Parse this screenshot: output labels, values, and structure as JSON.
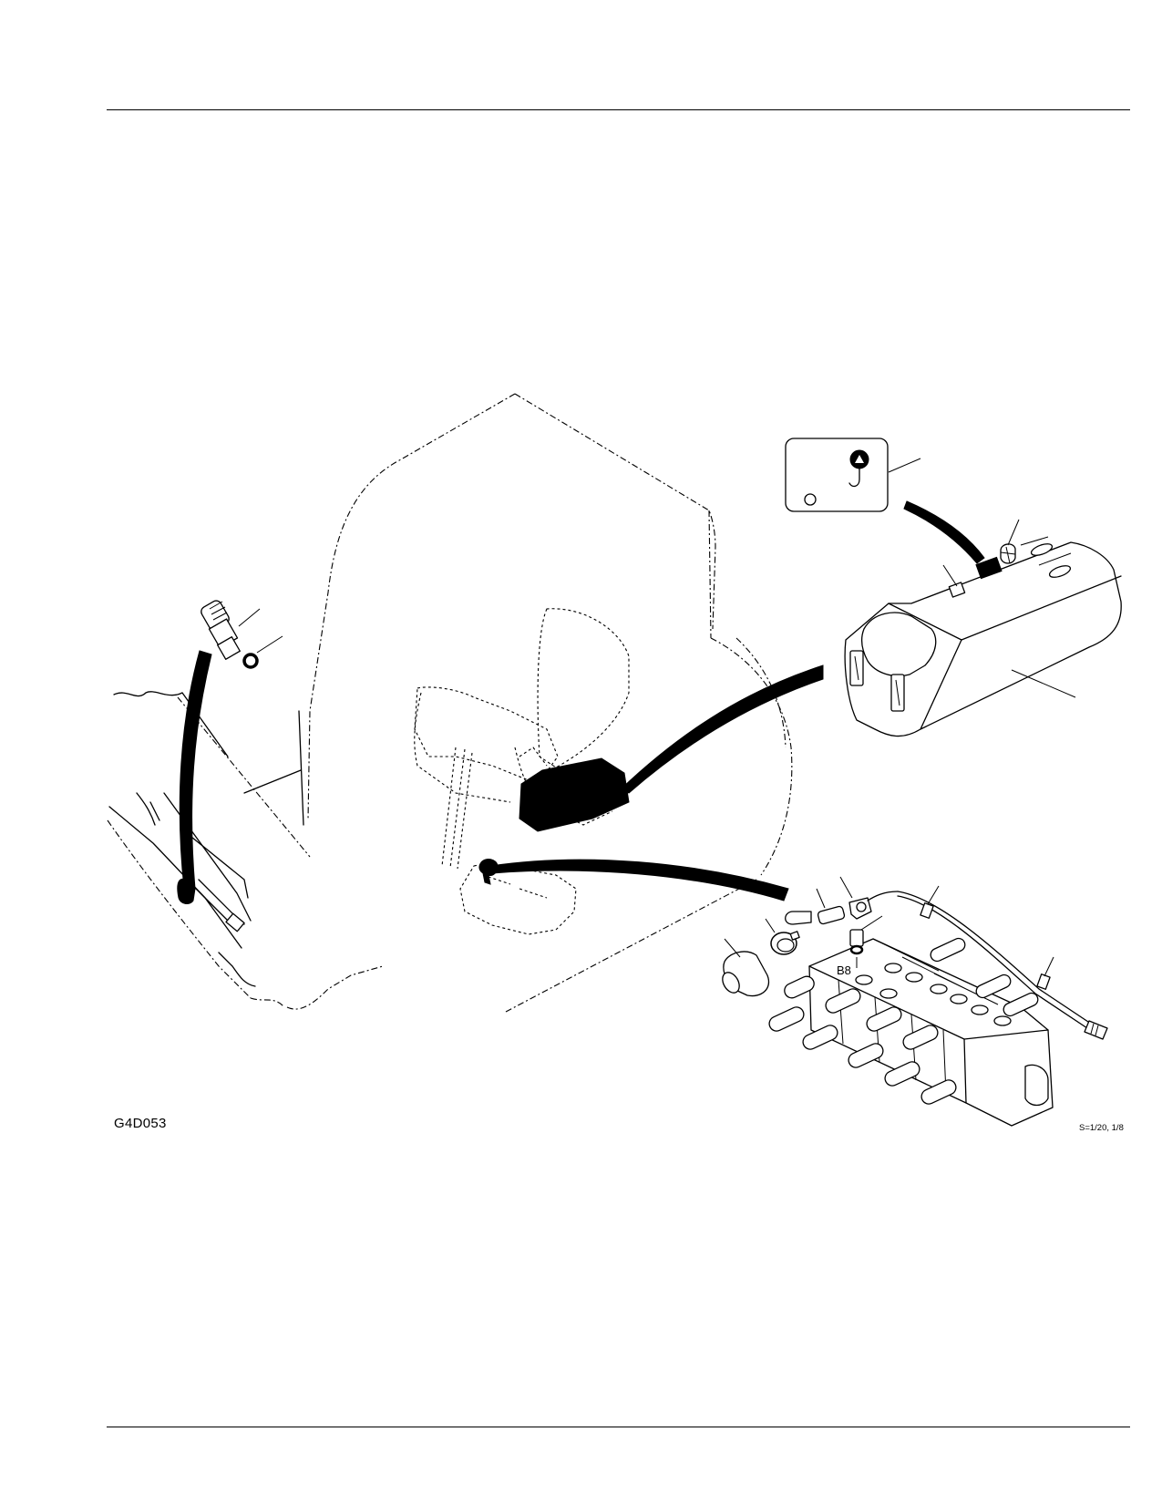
{
  "figure": {
    "code": "G4D053",
    "scale_note": "S=1/20, 1/8",
    "port_label": "B8"
  },
  "icons": {
    "hook_pictogram": "hook-up-icon",
    "relief_valve": "relief-valve-icon",
    "o_ring": "o-ring-icon",
    "control_box": "control-box-icon",
    "control_valve_block": "control-valve-block-icon",
    "wire_harness": "wire-harness-icon",
    "hose_clamp": "hose-clamp-icon",
    "cap": "cap-icon"
  }
}
